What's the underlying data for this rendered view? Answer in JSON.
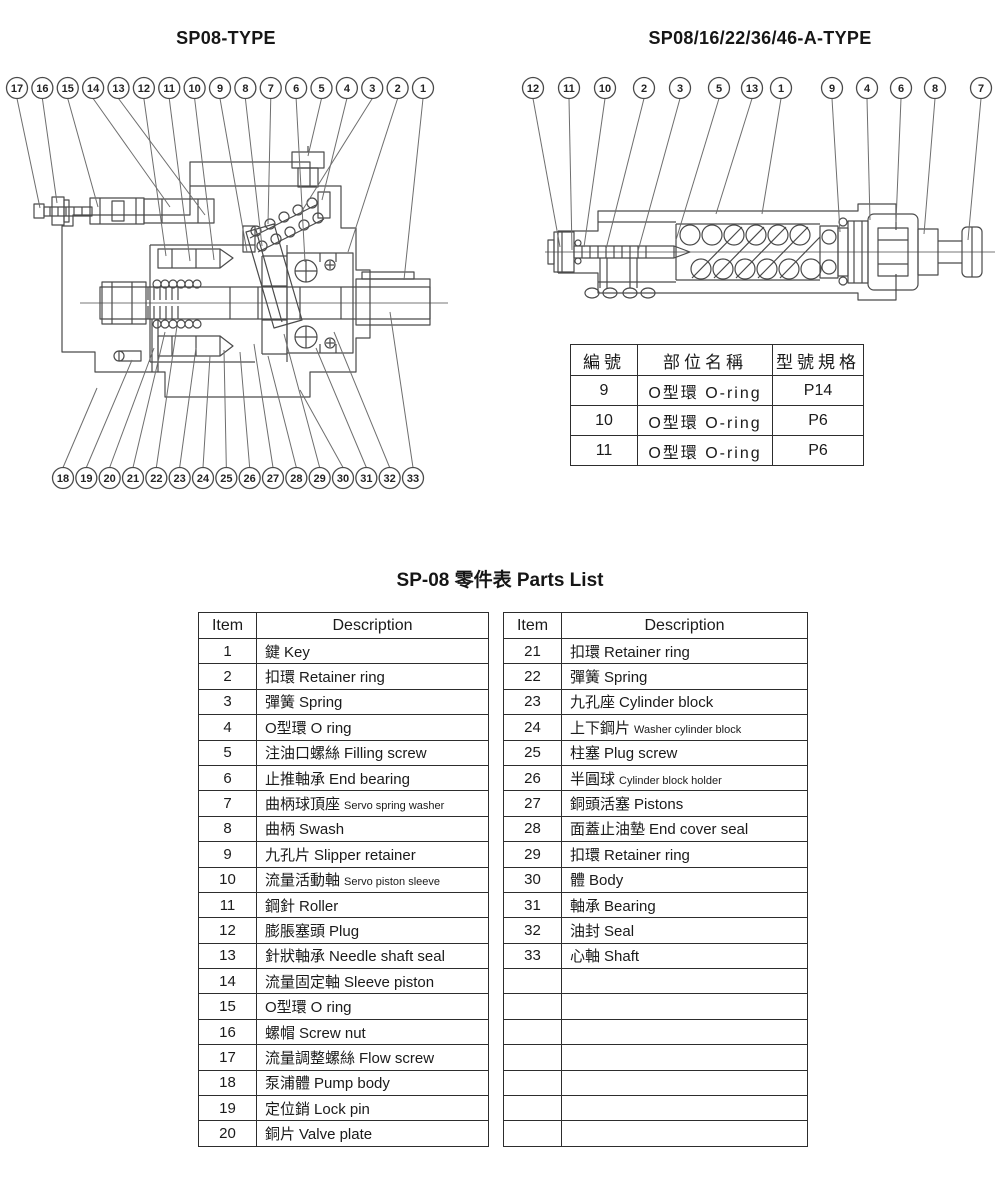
{
  "titles": {
    "left_diagram": "SP08-TYPE",
    "right_diagram": "SP08/16/22/36/46-A-TYPE",
    "parts_list": "SP-08 零件表 Parts List"
  },
  "callouts": {
    "left_top": [
      "17",
      "16",
      "15",
      "14",
      "13",
      "12",
      "11",
      "10",
      "9",
      "8",
      "7",
      "6",
      "5",
      "4",
      "3",
      "2",
      "1"
    ],
    "left_bottom": [
      "18",
      "19",
      "20",
      "21",
      "22",
      "23",
      "24",
      "25",
      "26",
      "27",
      "28",
      "29",
      "30",
      "31",
      "32",
      "33"
    ],
    "right_top": [
      "12",
      "11",
      "10",
      "2",
      "3",
      "5",
      "13",
      "1",
      "9",
      "4",
      "6",
      "8",
      "7"
    ]
  },
  "oring_table": {
    "headers": [
      "編號",
      "部位名稱",
      "型號規格"
    ],
    "rows": [
      {
        "no": "9",
        "name": "O型環 O-ring",
        "spec": "P14"
      },
      {
        "no": "10",
        "name": "O型環 O-ring",
        "spec": "P6"
      },
      {
        "no": "11",
        "name": "O型環 O-ring",
        "spec": "P6"
      }
    ]
  },
  "parts_list": {
    "columns": {
      "item": "Item",
      "description": "Description"
    },
    "left_rows": [
      {
        "item": "1",
        "zh": "鍵",
        "en": "Key"
      },
      {
        "item": "2",
        "zh": "扣環",
        "en": "Retainer ring"
      },
      {
        "item": "3",
        "zh": "彈簧",
        "en": "Spring"
      },
      {
        "item": "4",
        "zh": "O型環",
        "en": "O ring"
      },
      {
        "item": "5",
        "zh": "注油口螺絲",
        "en": "Filling screw"
      },
      {
        "item": "6",
        "zh": "止推軸承",
        "en": "End bearing"
      },
      {
        "item": "7",
        "zh": "曲柄球頂座",
        "en": "Servo spring washer",
        "small": true
      },
      {
        "item": "8",
        "zh": "曲柄",
        "en": "Swash"
      },
      {
        "item": "9",
        "zh": "九孔片",
        "en": "Slipper retainer"
      },
      {
        "item": "10",
        "zh": "流量活動軸",
        "en": "Servo piston sleeve",
        "small": true
      },
      {
        "item": "11",
        "zh": "鋼針",
        "en": "Roller"
      },
      {
        "item": "12",
        "zh": "膨脹塞頭",
        "en": "Plug"
      },
      {
        "item": "13",
        "zh": "針狀軸承",
        "en": "Needle shaft seal"
      },
      {
        "item": "14",
        "zh": "流量固定軸",
        "en": "Sleeve piston"
      },
      {
        "item": "15",
        "zh": "O型環",
        "en": "O ring"
      },
      {
        "item": "16",
        "zh": "螺帽",
        "en": "Screw nut"
      },
      {
        "item": "17",
        "zh": "流量調整螺絲",
        "en": "Flow screw"
      },
      {
        "item": "18",
        "zh": "泵浦體",
        "en": "Pump body"
      },
      {
        "item": "19",
        "zh": "定位銷",
        "en": "Lock pin"
      },
      {
        "item": "20",
        "zh": "銅片",
        "en": "Valve plate"
      }
    ],
    "right_rows": [
      {
        "item": "21",
        "zh": "扣環",
        "en": "Retainer ring"
      },
      {
        "item": "22",
        "zh": "彈簧",
        "en": "Spring"
      },
      {
        "item": "23",
        "zh": "九孔座",
        "en": "Cylinder block"
      },
      {
        "item": "24",
        "zh": "上下鋼片",
        "en": "Washer cylinder block",
        "small": true
      },
      {
        "item": "25",
        "zh": "柱塞",
        "en": "Plug screw"
      },
      {
        "item": "26",
        "zh": "半圓球",
        "en": "Cylinder block holder",
        "small": true
      },
      {
        "item": "27",
        "zh": "銅頭活塞",
        "en": "Pistons"
      },
      {
        "item": "28",
        "zh": "面蓋止油墊",
        "en": "End cover seal"
      },
      {
        "item": "29",
        "zh": "扣環",
        "en": "Retainer ring"
      },
      {
        "item": "30",
        "zh": "體",
        "en": "Body"
      },
      {
        "item": "31",
        "zh": "軸承",
        "en": "Bearing"
      },
      {
        "item": "32",
        "zh": "油封",
        "en": "Seal"
      },
      {
        "item": "33",
        "zh": "心軸",
        "en": "Shaft"
      }
    ],
    "right_empty_rows": 7
  },
  "colors": {
    "line": "#4a4a4a",
    "leader": "#6e6e6e",
    "text": "#1a1a1a",
    "background": "#ffffff"
  }
}
